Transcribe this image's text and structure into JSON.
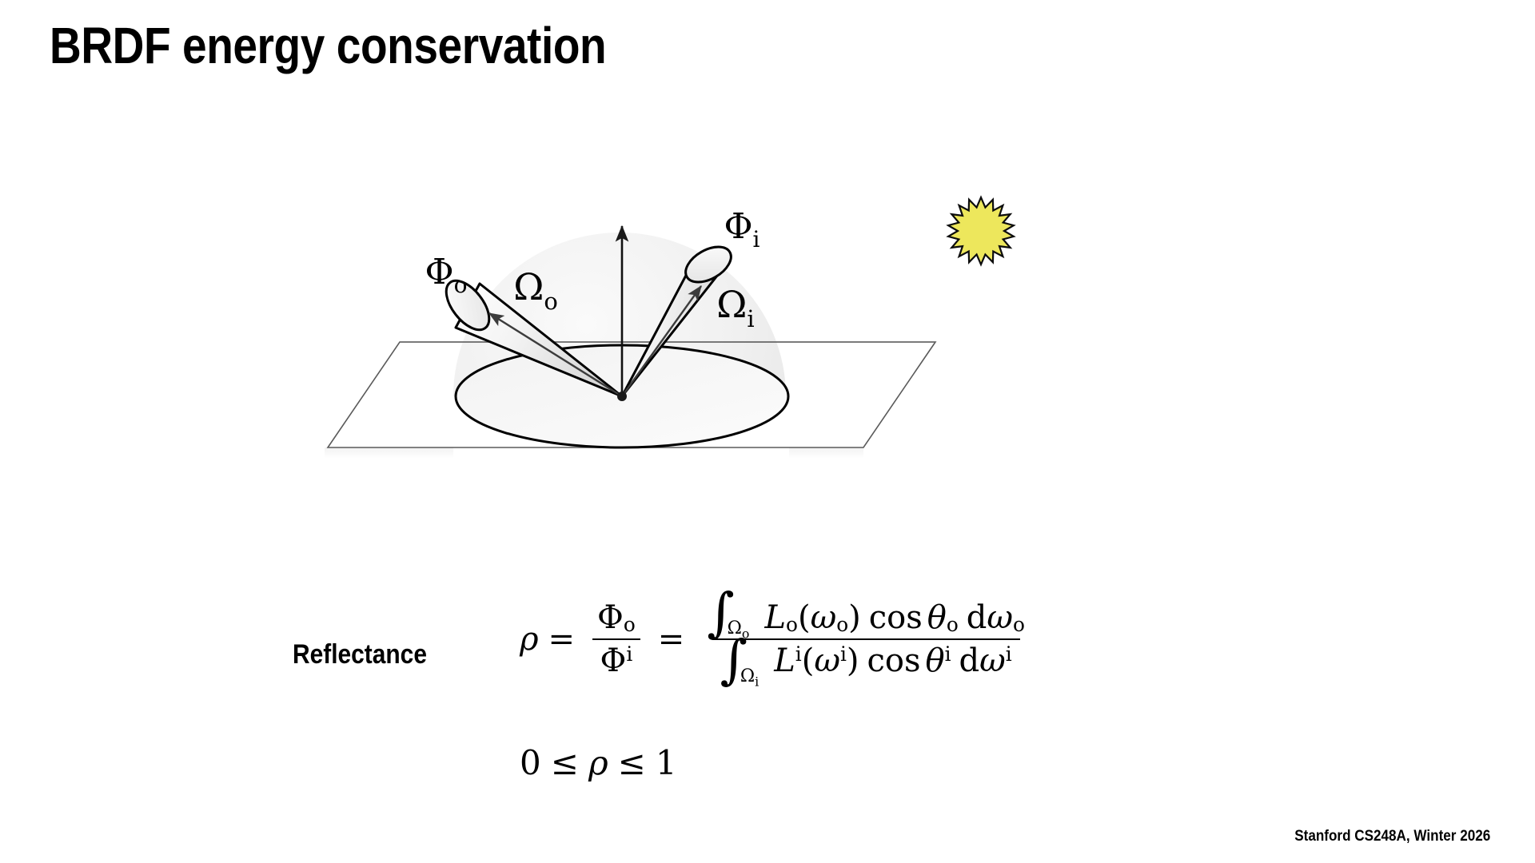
{
  "slide": {
    "title": "BRDF energy conservation",
    "footer": "Stanford CS248A, Winter 2026",
    "background_color": "#ffffff"
  },
  "diagram": {
    "name": "brdf-hemisphere-diagram",
    "description": "Hemisphere over a surface plane with an incoming solid-angle cone and an outgoing solid-angle cone meeting at a surface point, plus a sun light source",
    "colors": {
      "sun_fill": "#ede75c",
      "sun_stroke": "#000000",
      "hemisphere_fill": "#f0f0f0",
      "plane_fill": "#ffffff",
      "plane_stroke": "#4a4a4a",
      "outline": "#000000",
      "cone_fill": "#f2f2f2"
    },
    "labels": {
      "phi_out": "Φ",
      "phi_out_sub": "o",
      "phi_in": "Φ",
      "phi_in_sub": "i",
      "omega_out": "Ω",
      "omega_out_sub": "o",
      "omega_in": "Ω",
      "omega_in_sub": "i"
    },
    "icons": {
      "sun": "sun-icon",
      "normal_arrow": "surface-normal-arrow",
      "incoming_arrow": "incoming-direction-arrow",
      "outgoing_arrow": "outgoing-direction-arrow"
    }
  },
  "reflectance": {
    "label": "Reflectance",
    "equation": {
      "rho": "ρ",
      "eq1": "=",
      "eq2": "=",
      "numerator_simple": {
        "symbol": "Φ",
        "sub": "o"
      },
      "denominator_simple": {
        "symbol": "Φ",
        "sub": "i"
      },
      "numerator_integral": {
        "integral": "∫",
        "limit_symbol": "Ω",
        "limit_sub": "o",
        "radiance": "L",
        "radiance_sub": "o",
        "open_paren": "(",
        "omega": "ω",
        "omega_sub": "o",
        "close_paren": ")",
        "cos": "cos",
        "theta": "θ",
        "theta_sub": "o",
        "d": "d",
        "d_omega": "ω",
        "d_omega_sub": "o"
      },
      "denominator_integral": {
        "integral": "∫",
        "limit_symbol": "Ω",
        "limit_sub": "i",
        "radiance": "L",
        "radiance_sub": "i",
        "open_paren": "(",
        "omega": "ω",
        "omega_sub": "i",
        "close_paren": ")",
        "cos": "cos",
        "theta": "θ",
        "theta_sub": "i",
        "d": "d",
        "d_omega": "ω",
        "d_omega_sub": "i"
      }
    },
    "range": {
      "zero": "0",
      "le1": "≤",
      "rho": "ρ",
      "le2": "≤",
      "one": "1"
    }
  }
}
